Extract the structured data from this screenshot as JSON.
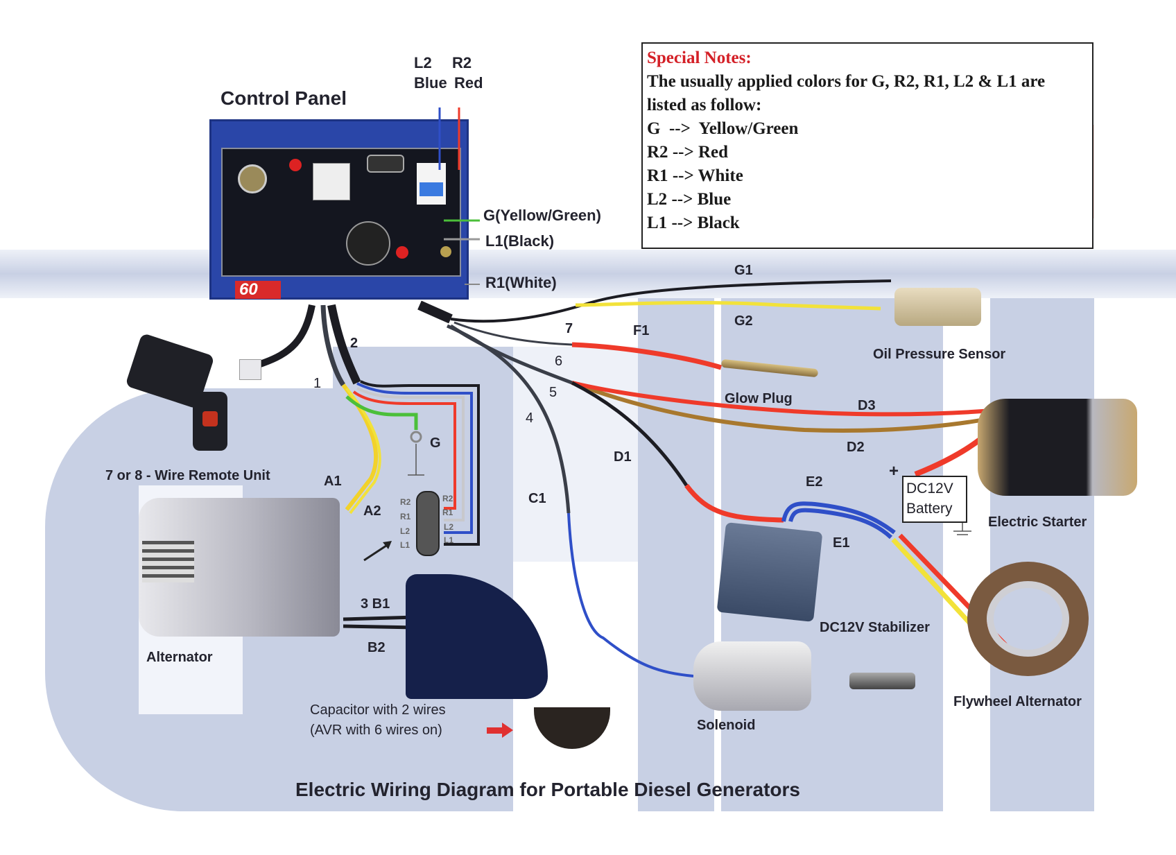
{
  "title": "Electric Wiring Diagram for Portable Diesel Generators",
  "special_notes": {
    "heading": "Special Notes:",
    "intro_line1": "The usually applied colors for G, R2, R1, L2 & L1 are",
    "intro_line2": "listed as follow:",
    "rows": [
      {
        "code": "G",
        "arrow": "  -->  ",
        "color": "Yellow/Green"
      },
      {
        "code": "R2",
        "arrow": " --> ",
        "color": "Red"
      },
      {
        "code": "R1",
        "arrow": " --> ",
        "color": "White"
      },
      {
        "code": "L2",
        "arrow": " --> ",
        "color": "Blue"
      },
      {
        "code": "L1",
        "arrow": " --> ",
        "color": "Black"
      }
    ]
  },
  "control_panel": {
    "label": "Control Panel",
    "top_wires": {
      "l2_code": "L2",
      "l2_color": "Blue",
      "r2_code": "R2",
      "r2_color": "Red"
    },
    "side_labels": {
      "g": "G(Yellow/Green)",
      "l1": "L1(Black)",
      "r1": "R1(White)"
    },
    "badge": "60"
  },
  "components": {
    "remote_unit": "7 or 8 - Wire Remote Unit",
    "alternator": "Alternator",
    "capacitor_line1": "Capacitor with 2 wires",
    "capacitor_line2": "(AVR with 6 wires on)",
    "oil_pressure_sensor": "Oil Pressure Sensor",
    "glow_plug": "Glow Plug",
    "electric_starter": "Electric Starter",
    "battery_line1": "DC12V",
    "battery_line2": "Battery",
    "battery_plus": "+",
    "stabilizer": "DC12V Stabilizer",
    "solenoid": "Solenoid",
    "flywheel_alternator": "Flywheel Alternator"
  },
  "wire_labels": {
    "w1": "1",
    "w2": "2",
    "w4": "4",
    "w5": "5",
    "w6": "6",
    "w7": "7",
    "a1": "A1",
    "a2": "A2",
    "b1": "3 B1",
    "b2": "B2",
    "c1": "C1",
    "d1": "D1",
    "d2": "D2",
    "d3": "D3",
    "e1": "E1",
    "e2": "E2",
    "f1": "F1",
    "g1": "G1",
    "g2": "G2",
    "g": "G"
  },
  "terminal_block": {
    "left_labels": [
      "R2",
      "R1",
      "L2",
      "L1"
    ],
    "right_labels": [
      "R2",
      "R1",
      "L2",
      "L1"
    ]
  },
  "colors": {
    "red": "#ef3a2a",
    "blue": "#2f4fc8",
    "green": "#4bbf3a",
    "yellow": "#f2e23a",
    "brown": "#a8782e",
    "black": "#1c1c22",
    "white_wire": "#e8e8ee",
    "notes_title": "#d42027",
    "backdrop": "#c8d0e4"
  }
}
